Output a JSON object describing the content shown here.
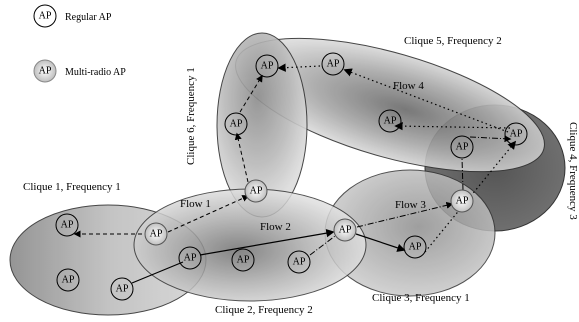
{
  "legend": {
    "regular_ap_label": "Regular AP",
    "multi_radio_ap_label": "Multi-radio AP",
    "ap_symbol_text": "AP"
  },
  "cliques": {
    "clique1": "Clique 1, Frequency 1",
    "clique2": "Clique 2, Frequency 2",
    "clique3": "Clique 3, Frequency 1",
    "clique4": "Clique 4, Frequency 3",
    "clique5": "Clique 5, Frequency 2",
    "clique6": "Clique 6, Frequency 1"
  },
  "flows": {
    "flow1": "Flow 1",
    "flow2": "Flow 2",
    "flow3": "Flow 3",
    "flow4": "Flow 4"
  },
  "ap_label": "AP",
  "colors": {
    "clique_dark": "#5f5f5f",
    "clique_mid": "#9a9a9a",
    "clique_light": "#d8d8d8",
    "stroke": "#222222"
  }
}
